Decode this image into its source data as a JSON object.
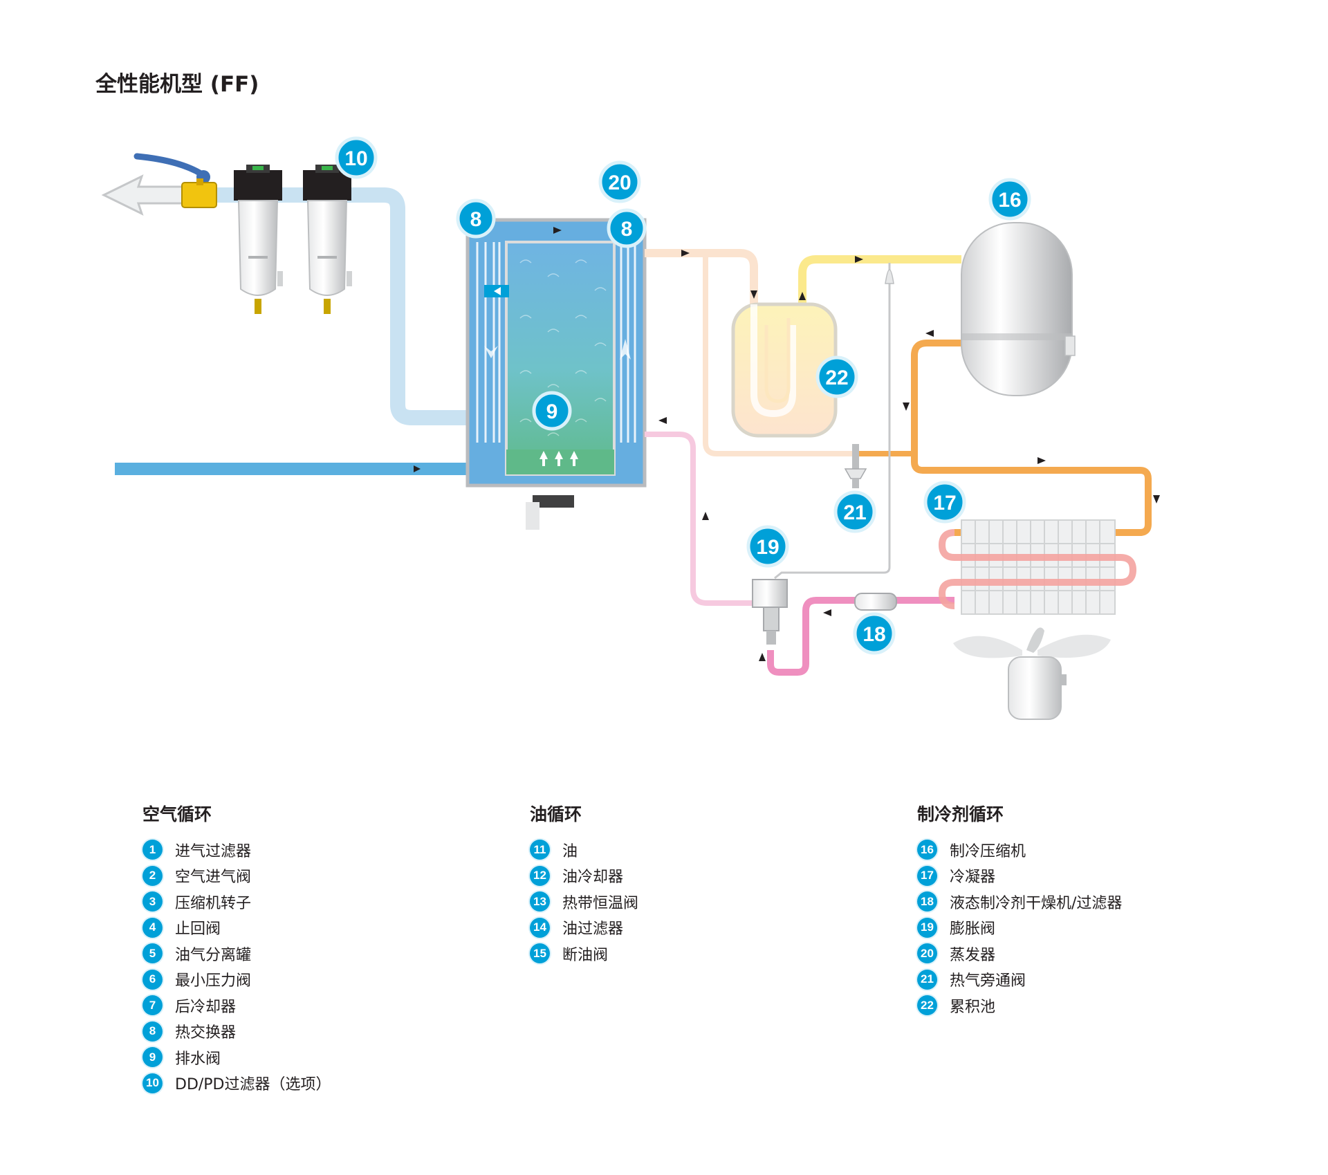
{
  "title": "全性能机型 (FF)",
  "callouts": {
    "c10": "10",
    "c20": "20",
    "c8a": "8",
    "c8b": "8",
    "c16": "16",
    "c22": "22",
    "c9": "9",
    "c21": "21",
    "c17": "17",
    "c19": "19",
    "c18": "18"
  },
  "colors": {
    "callout": "#00a0d8",
    "air_pipe": "#c9e2f2",
    "air_inlet": "#5aafdf",
    "refrigerant_hot": "#f4a94f",
    "refrigerant_liquid": "#f0a0c8",
    "bypass_yellow": "#fbe98c",
    "evaporator": "#66aee0"
  },
  "legend": {
    "air": {
      "title": "空气循环",
      "items": [
        {
          "num": "1",
          "label": "进气过滤器"
        },
        {
          "num": "2",
          "label": "空气进气阀"
        },
        {
          "num": "3",
          "label": "压缩机转子"
        },
        {
          "num": "4",
          "label": "止回阀"
        },
        {
          "num": "5",
          "label": "油气分离罐"
        },
        {
          "num": "6",
          "label": "最小压力阀"
        },
        {
          "num": "7",
          "label": "后冷却器"
        },
        {
          "num": "8",
          "label": "热交换器"
        },
        {
          "num": "9",
          "label": "排水阀"
        },
        {
          "num": "10",
          "label": "DD/PD过滤器（选项）"
        }
      ]
    },
    "oil": {
      "title": "油循环",
      "items": [
        {
          "num": "11",
          "label": "油"
        },
        {
          "num": "12",
          "label": "油冷却器"
        },
        {
          "num": "13",
          "label": "热带恒温阀"
        },
        {
          "num": "14",
          "label": "油过滤器"
        },
        {
          "num": "15",
          "label": "断油阀"
        }
      ]
    },
    "refrigerant": {
      "title": "制冷剂循环",
      "items": [
        {
          "num": "16",
          "label": "制冷压缩机"
        },
        {
          "num": "17",
          "label": "冷凝器"
        },
        {
          "num": "18",
          "label": "液态制冷剂干燥机/过滤器"
        },
        {
          "num": "19",
          "label": "膨胀阀"
        },
        {
          "num": "20",
          "label": "蒸发器"
        },
        {
          "num": "21",
          "label": "热气旁通阀"
        },
        {
          "num": "22",
          "label": "累积池"
        }
      ]
    }
  }
}
